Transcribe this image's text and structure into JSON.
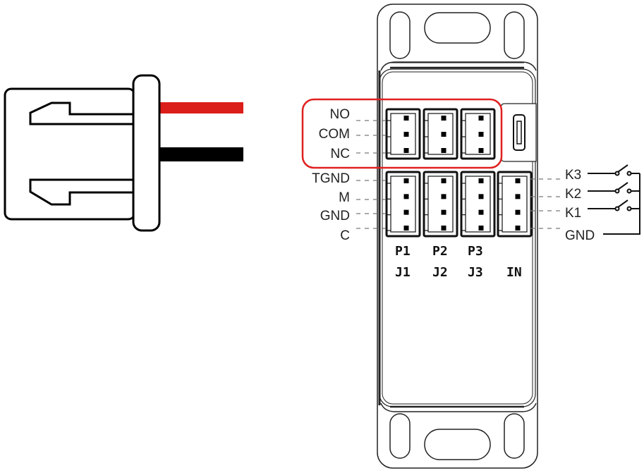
{
  "colors": {
    "red_wire": "#dc1e1a",
    "black_wire": "#000000",
    "highlight": "#e02020"
  },
  "left_labels": {
    "no": "NO",
    "com": "COM",
    "nc": "NC",
    "tgnd": "TGND",
    "m": "M",
    "gnd": "GND",
    "c": "C"
  },
  "right_labels": {
    "k3": "K3",
    "k2": "K2",
    "k1": "K1",
    "gnd": "GND"
  },
  "port_labels": {
    "p1": "P1",
    "p2": "P2",
    "p3": "P3"
  },
  "jack_labels": {
    "j1": "J1",
    "j2": "J2",
    "j3": "J3",
    "in": "IN"
  }
}
